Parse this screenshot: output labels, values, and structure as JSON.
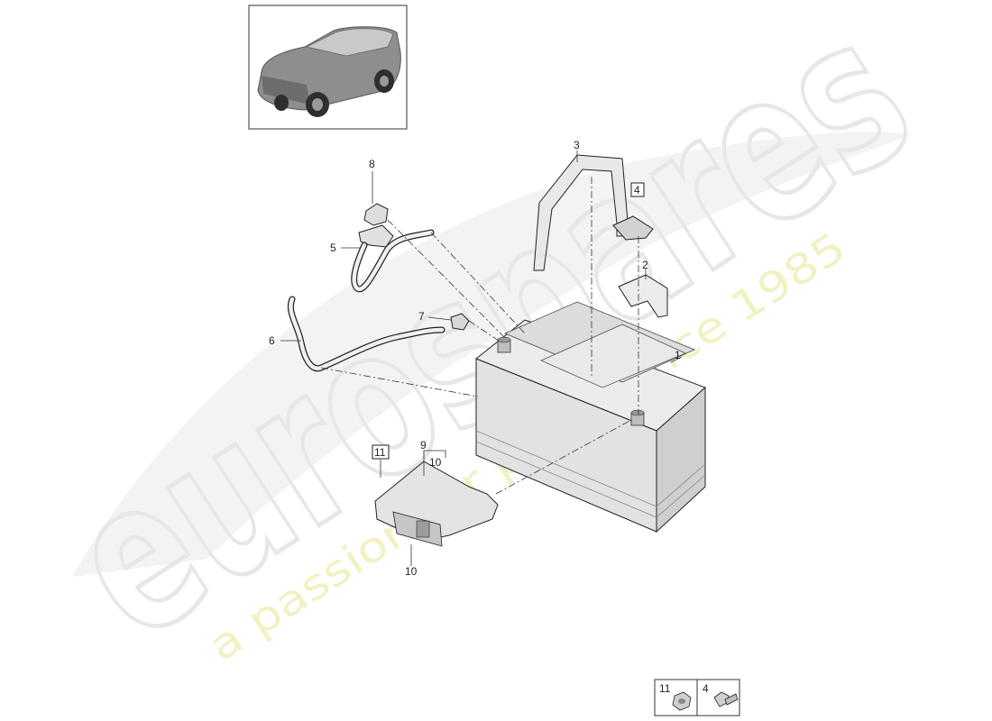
{
  "watermark": {
    "brand": "eurospares",
    "tagline": "a passion for parts since 1985"
  },
  "callouts": [
    {
      "id": "c1",
      "label": "1"
    },
    {
      "id": "c2",
      "label": "2"
    },
    {
      "id": "c3",
      "label": "3"
    },
    {
      "id": "c4",
      "label": "4",
      "boxed": true
    },
    {
      "id": "c5",
      "label": "5"
    },
    {
      "id": "c6",
      "label": "6"
    },
    {
      "id": "c7",
      "label": "7"
    },
    {
      "id": "c8",
      "label": "8"
    },
    {
      "id": "c9",
      "label": "9"
    },
    {
      "id": "c10a",
      "label": "10",
      "bracketed": true
    },
    {
      "id": "c10b",
      "label": "10"
    },
    {
      "id": "c11",
      "label": "11",
      "boxed": true
    }
  ],
  "legend": [
    {
      "label": "11",
      "icon": "flange-nut-icon"
    },
    {
      "label": "4",
      "icon": "bolt-icon"
    }
  ],
  "thumbnail": {
    "icon": "suv-car-icon"
  }
}
